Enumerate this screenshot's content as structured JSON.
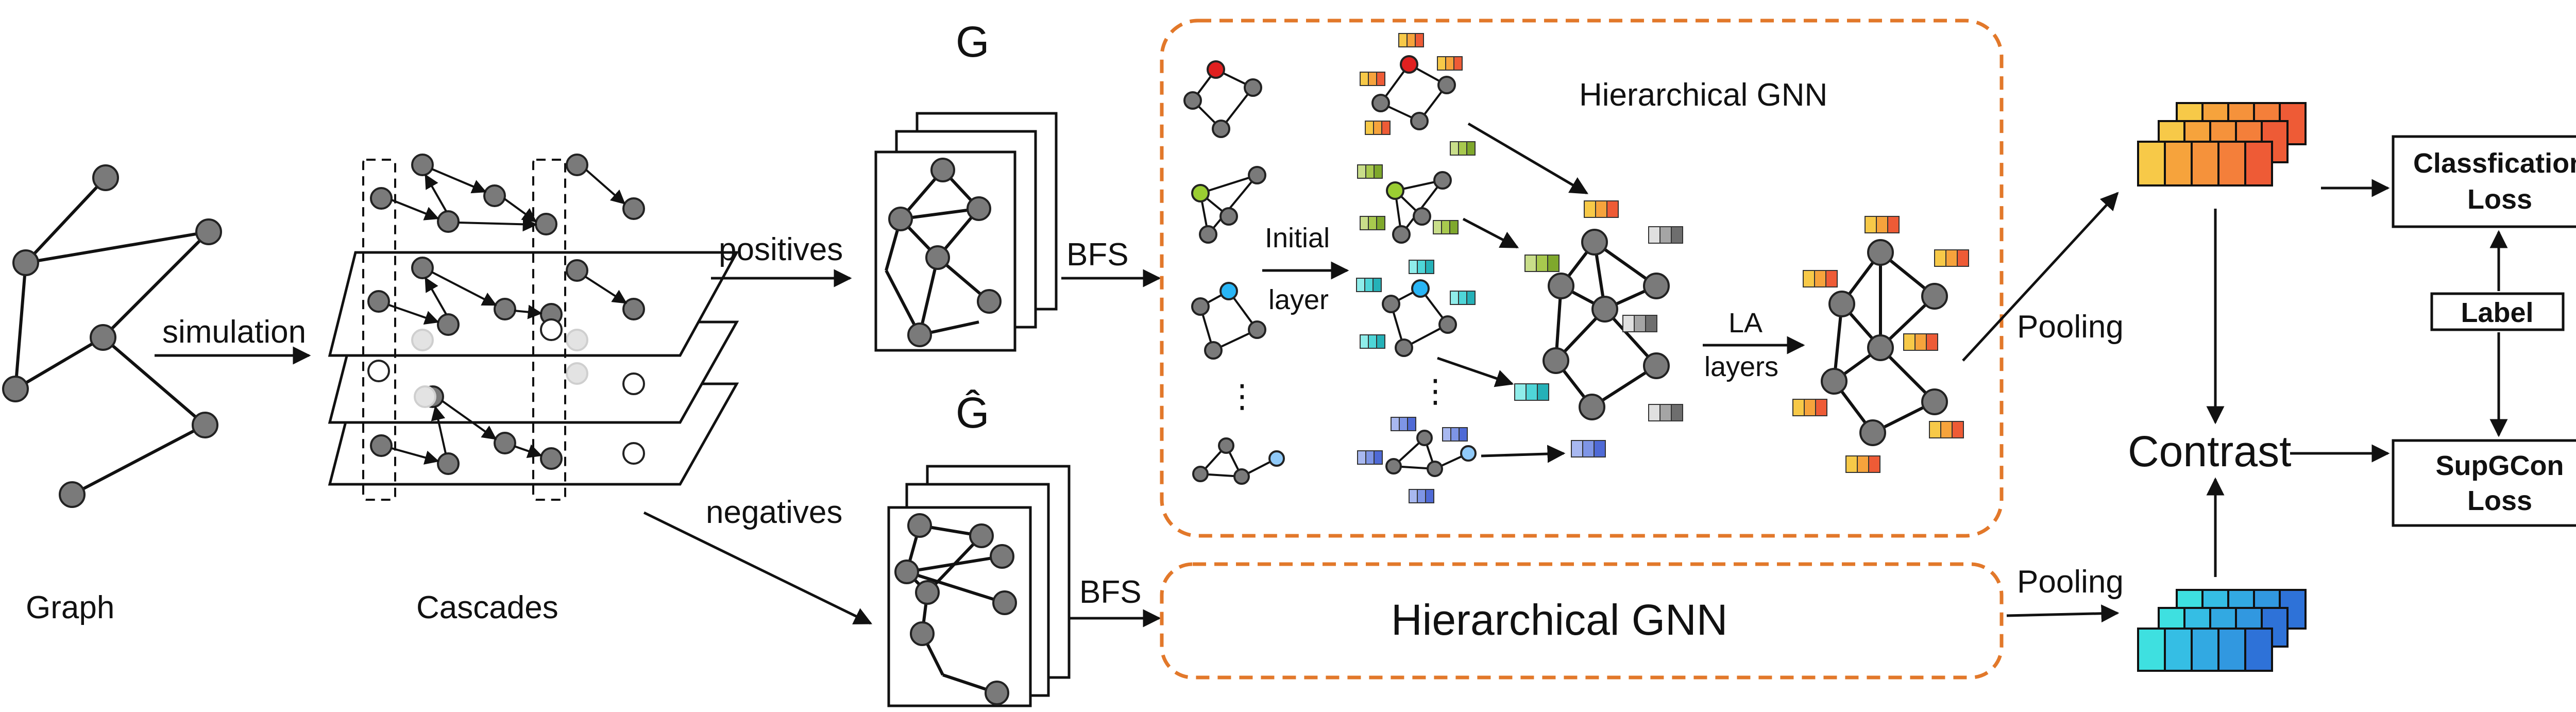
{
  "labels": {
    "graph": "Graph",
    "cascades": "Cascades",
    "simulation": "simulation",
    "positives": "positives",
    "negatives": "negatives",
    "g": "G",
    "g_hat": "Ĝ",
    "bfs_top": "BFS",
    "bfs_bottom": "BFS",
    "initial": "Initial",
    "layer": "layer",
    "la": "LA",
    "layers": "layers",
    "hgnn_top": "Hierarchical GNN",
    "hgnn_bottom": "Hierarchical GNN",
    "pooling_top": "Pooling",
    "pooling_bottom": "Pooling",
    "contrast": "Contrast",
    "classification_loss_1": "Classfication",
    "classification_loss_2": "Loss",
    "label": "Label",
    "supgcon_loss_1": "SupGCon",
    "supgcon_loss_2": "Loss",
    "ellipsis_1": "⋮",
    "ellipsis_2": "⋮"
  },
  "colors": {
    "orange_dashed": "#E2782A",
    "warm_gradient": [
      "#F7C948",
      "#F6A33C",
      "#F47F3A",
      "#EE5B36"
    ],
    "cool_gradient": [
      "#3EE0E0",
      "#35BEE4",
      "#3198E0",
      "#2E72D8"
    ],
    "node_gray": "#7a7a7a",
    "node_red": "#E02020",
    "node_green": "#9ACD32",
    "node_cyan": "#29B6F6",
    "node_lightblue": "#90CAF9"
  }
}
